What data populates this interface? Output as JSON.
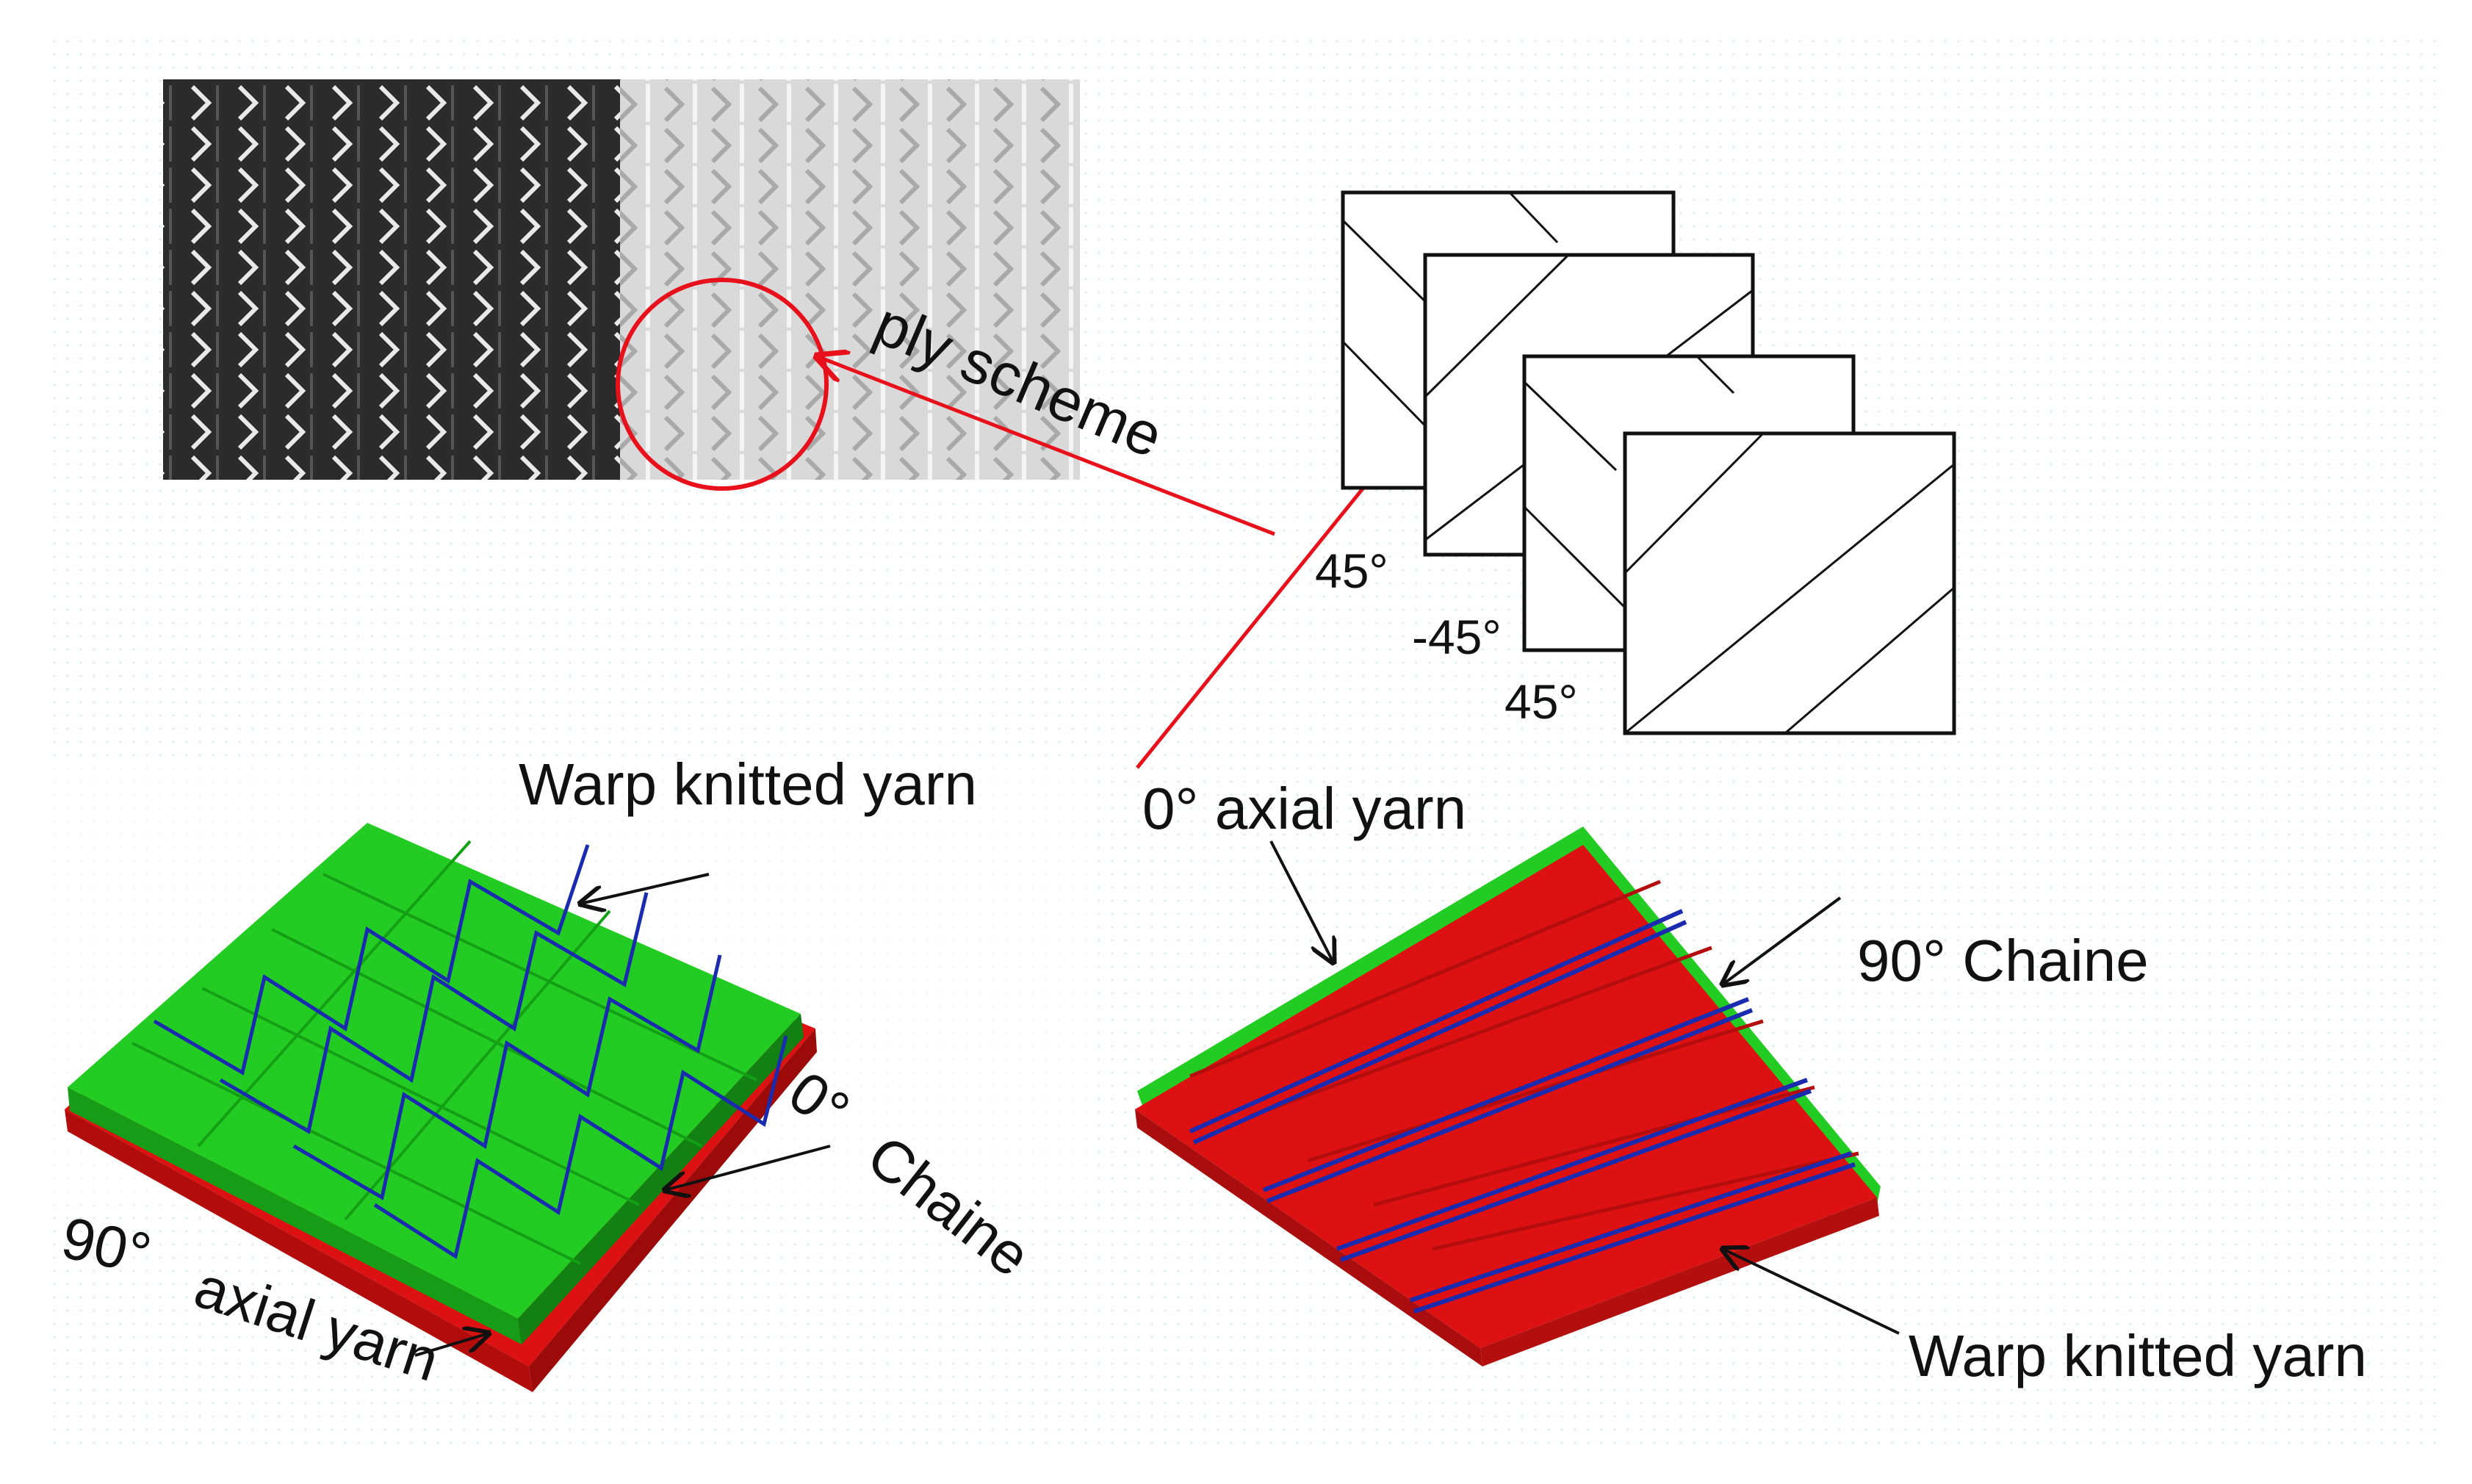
{
  "labels": {
    "ply_scheme": "ply scheme",
    "angle_45_a": "45°",
    "angle_m45": "-45°",
    "angle_45_b": "45°",
    "warp_knitted_yarn_left": "Warp knitted yarn",
    "zero_chaine": "0°",
    "chaine_left": "Chaine",
    "ninety_left": "90°",
    "axial_yarn_left": "axial yarn",
    "zero_axial": "0°  axial yarn",
    "ninety_chaine_right": "90°  Chaine",
    "warp_knitted_yarn_right": "Warp knitted yarn"
  },
  "colors": {
    "pointer_arrow": "#e8101a",
    "green_yarn": "#22cc22",
    "red_yarn": "#dd1111",
    "blue_stitch": "#1a2bb0",
    "photo_dark": "#2a2a2a",
    "photo_light": "#d8d8d8"
  },
  "icons": {
    "photo": "fabric-photo-icon",
    "highlight": "red-circle-icon"
  }
}
